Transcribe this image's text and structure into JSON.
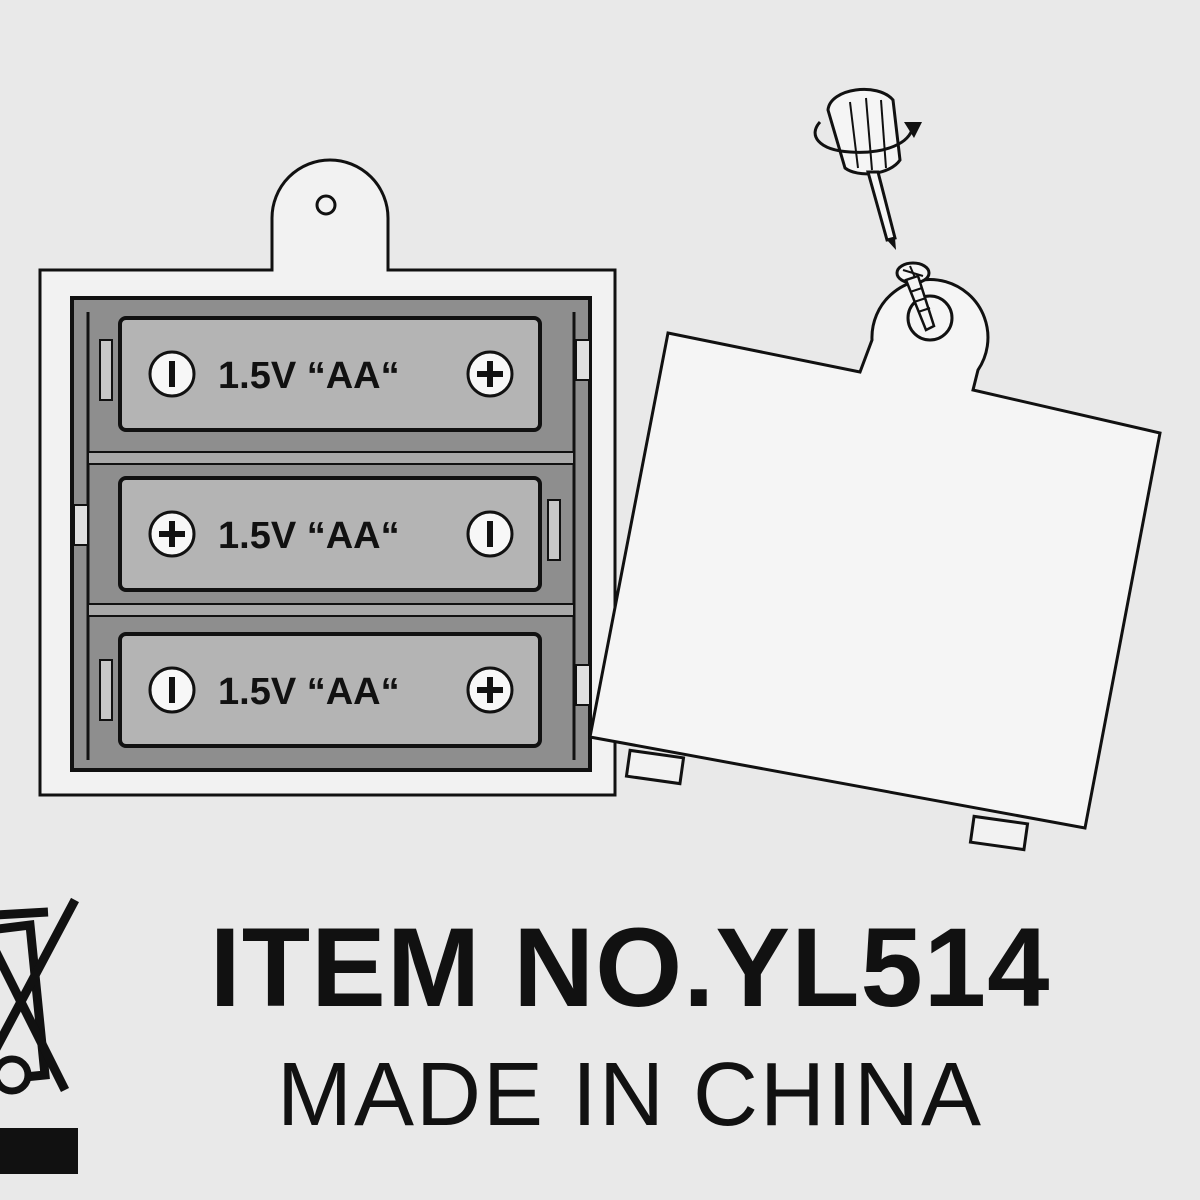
{
  "batteries": [
    {
      "label": "1.5V “AA“",
      "left_terminal": "minus",
      "right_terminal": "plus"
    },
    {
      "label": "1.5V “AA“",
      "left_terminal": "plus",
      "right_terminal": "minus"
    },
    {
      "label": "1.5V “AA“",
      "left_terminal": "minus",
      "right_terminal": "plus"
    }
  ],
  "footer": {
    "item_number": "ITEM NO.YL514",
    "origin": "MADE IN CHINA"
  },
  "icons": [
    "battery-compartment-icon",
    "battery-cover-icon",
    "screwdriver-icon",
    "screw-icon",
    "weee-bin-icon"
  ],
  "colors": {
    "background": "#e9e9e9",
    "ink": "#111111",
    "holder_fill": "#8e8e8e",
    "battery_fill": "#b4b4b4"
  }
}
